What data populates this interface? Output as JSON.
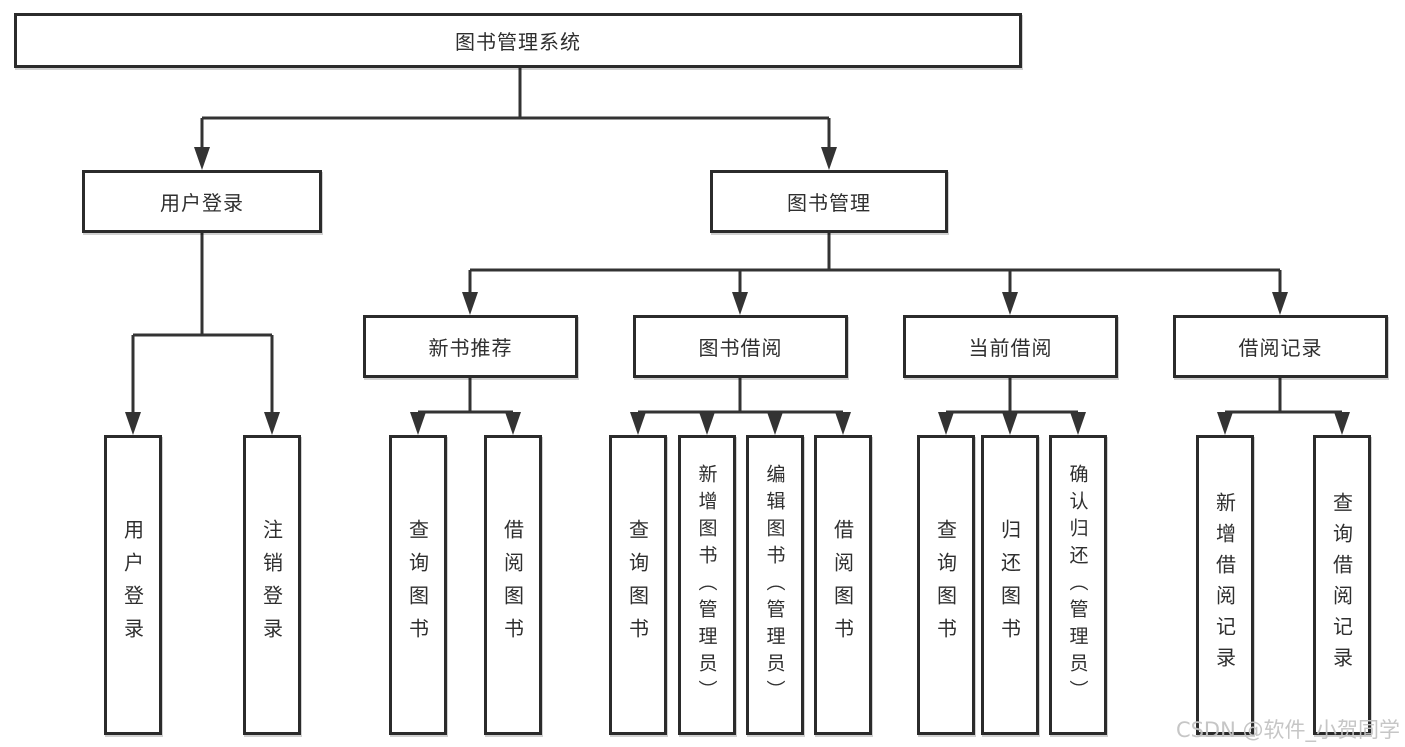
{
  "tree": {
    "root": {
      "label": "图书管理系统"
    },
    "children": [
      {
        "label": "用户登录",
        "children": [
          {
            "label": "用户登录"
          },
          {
            "label": "注销登录"
          }
        ]
      },
      {
        "label": "图书管理",
        "children": [
          {
            "label": "新书推荐",
            "children": [
              {
                "label": "查询图书"
              },
              {
                "label": "借阅图书"
              }
            ]
          },
          {
            "label": "图书借阅",
            "children": [
              {
                "label": "查询图书"
              },
              {
                "label": "新增图书（管理员）"
              },
              {
                "label": "编辑图书（管理员）"
              },
              {
                "label": "借阅图书"
              }
            ]
          },
          {
            "label": "当前借阅",
            "children": [
              {
                "label": "查询图书"
              },
              {
                "label": "归还图书"
              },
              {
                "label": "确认归还（管理员）"
              }
            ]
          },
          {
            "label": "借阅记录",
            "children": [
              {
                "label": "新增借阅记录"
              },
              {
                "label": "查询借阅记录"
              }
            ]
          }
        ]
      }
    ]
  },
  "watermark": {
    "text": "CSDN @软件_小贺同学"
  },
  "colors": {
    "line": "#333333",
    "border": "#2b2b2b",
    "text": "#2f2f2f",
    "background": "#ffffff",
    "watermark": "#c3c3c3"
  }
}
